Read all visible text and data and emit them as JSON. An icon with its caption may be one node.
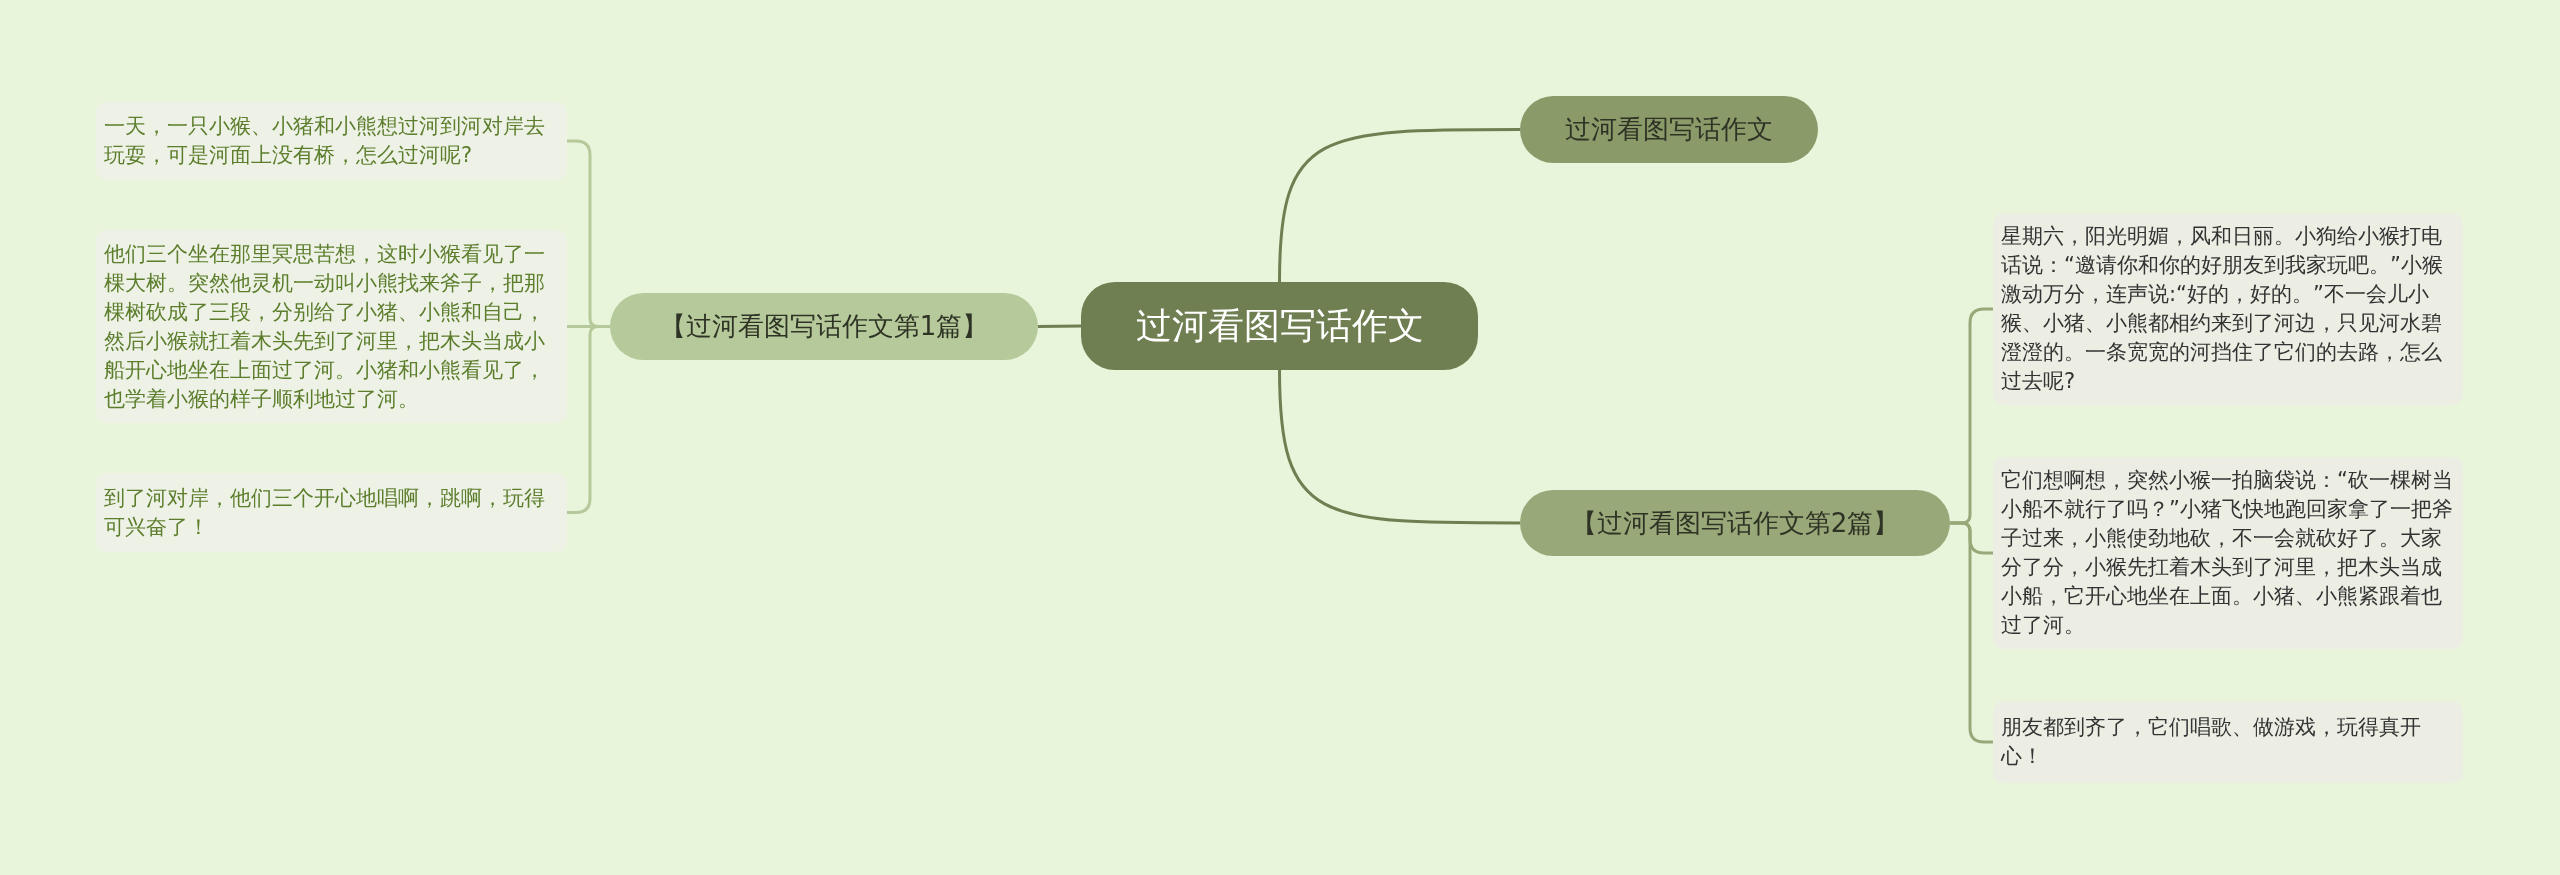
{
  "diagram": {
    "nodes": [
      {
        "text": [
          "过河看图写话作文"
        ]
      },
      {
        "text": [
          "过河看图写话作文"
        ]
      },
      {
        "text": [
          "【过河看图写话作文第1篇】"
        ]
      },
      {
        "text": [
          "一天，一只小猴、小猪和小熊想过河到河对岸去玩耍，可是河面上没有桥，怎么过河呢?"
        ]
      },
      {
        "text": [
          "他们三个坐在那里冥思苦想，这时小猴看见了一棵大树。突然他灵机一动叫小熊找来斧子，把那棵树砍成了三段，分别给了小猪、小熊和自己，然后小猴就扛着木头先到了河里，把木头当成小船开心地坐在上面过了河。小猪和小熊看见了，也学着小猴的样子顺利地过了河。"
        ]
      },
      {
        "text": [
          "到了河对岸，他们三个开心地唱啊，跳啊，玩得可兴奋了！"
        ]
      },
      {
        "text": [
          "【过河看图写话作文第2篇】"
        ]
      },
      {
        "text": [
          "星期六，阳光明媚，风和日丽。小狗给小猴打电话说：“邀请你和你的好朋友到我家玩吧。”小猴激动万分，连声说:“好的，好的。”不一会儿小猴、小猪、小熊都相约来到了河边，只见河水碧澄澄的。一条宽宽的河挡住了它们的去路，怎么过去呢?"
        ]
      },
      {
        "text": [
          "它们想啊想，突然小猴一拍脑袋说：“砍一棵树当小船不就行了吗？”小猪飞快地跑回家拿了一把斧子过来，小熊使劲地砍，不一会就砍好了。大家分了分，小猴先扛着木头到了河里，把木头当成小船，它开心地坐在上面。小猪、小熊紧跟着也过了河。"
        ]
      },
      {
        "text": [
          "朋友都到齐了，它们唱歌、做游戏，玩得真开心！"
        ]
      }
    ],
    "edges": [
      {
        "from": 0,
        "to": 1,
        "arrow": "none"
      },
      {
        "from": 0,
        "to": 2,
        "arrow": "none"
      },
      {
        "from": 2,
        "to": 3,
        "arrow": "none"
      },
      {
        "from": 2,
        "to": 4,
        "arrow": "none"
      },
      {
        "from": 2,
        "to": 5,
        "arrow": "none"
      },
      {
        "from": 0,
        "to": 6,
        "arrow": "none"
      },
      {
        "from": 6,
        "to": 7,
        "arrow": "none"
      },
      {
        "from": 6,
        "to": 8,
        "arrow": "none"
      },
      {
        "from": 6,
        "to": 9,
        "arrow": "none"
      }
    ]
  }
}
